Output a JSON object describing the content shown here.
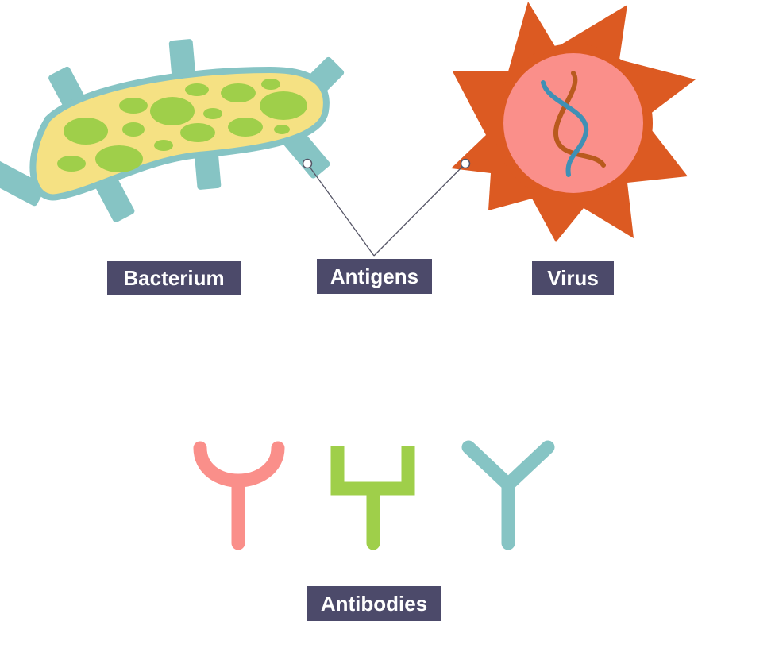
{
  "labels": {
    "bacterium": "Bacterium",
    "antigens": "Antigens",
    "virus": "Virus",
    "antibodies": "Antibodies"
  },
  "colors": {
    "label_bg": "#4c4a6a",
    "label_text": "#ffffff",
    "bacterium_body": "#f5e183",
    "bacterium_outline": "#86c4c4",
    "bacterium_spots": "#9fcf4a",
    "bacterium_antigens": "#86c4c4",
    "virus_spikes": "#dc5a22",
    "virus_body": "#fa8f8a",
    "virus_rna_a": "#b95a1e",
    "virus_rna_b": "#3f90b5",
    "antibody_pink": "#fa8f8a",
    "antibody_green": "#9fcf4a",
    "antibody_teal": "#86c4c4",
    "pointer_line": "#555566"
  }
}
